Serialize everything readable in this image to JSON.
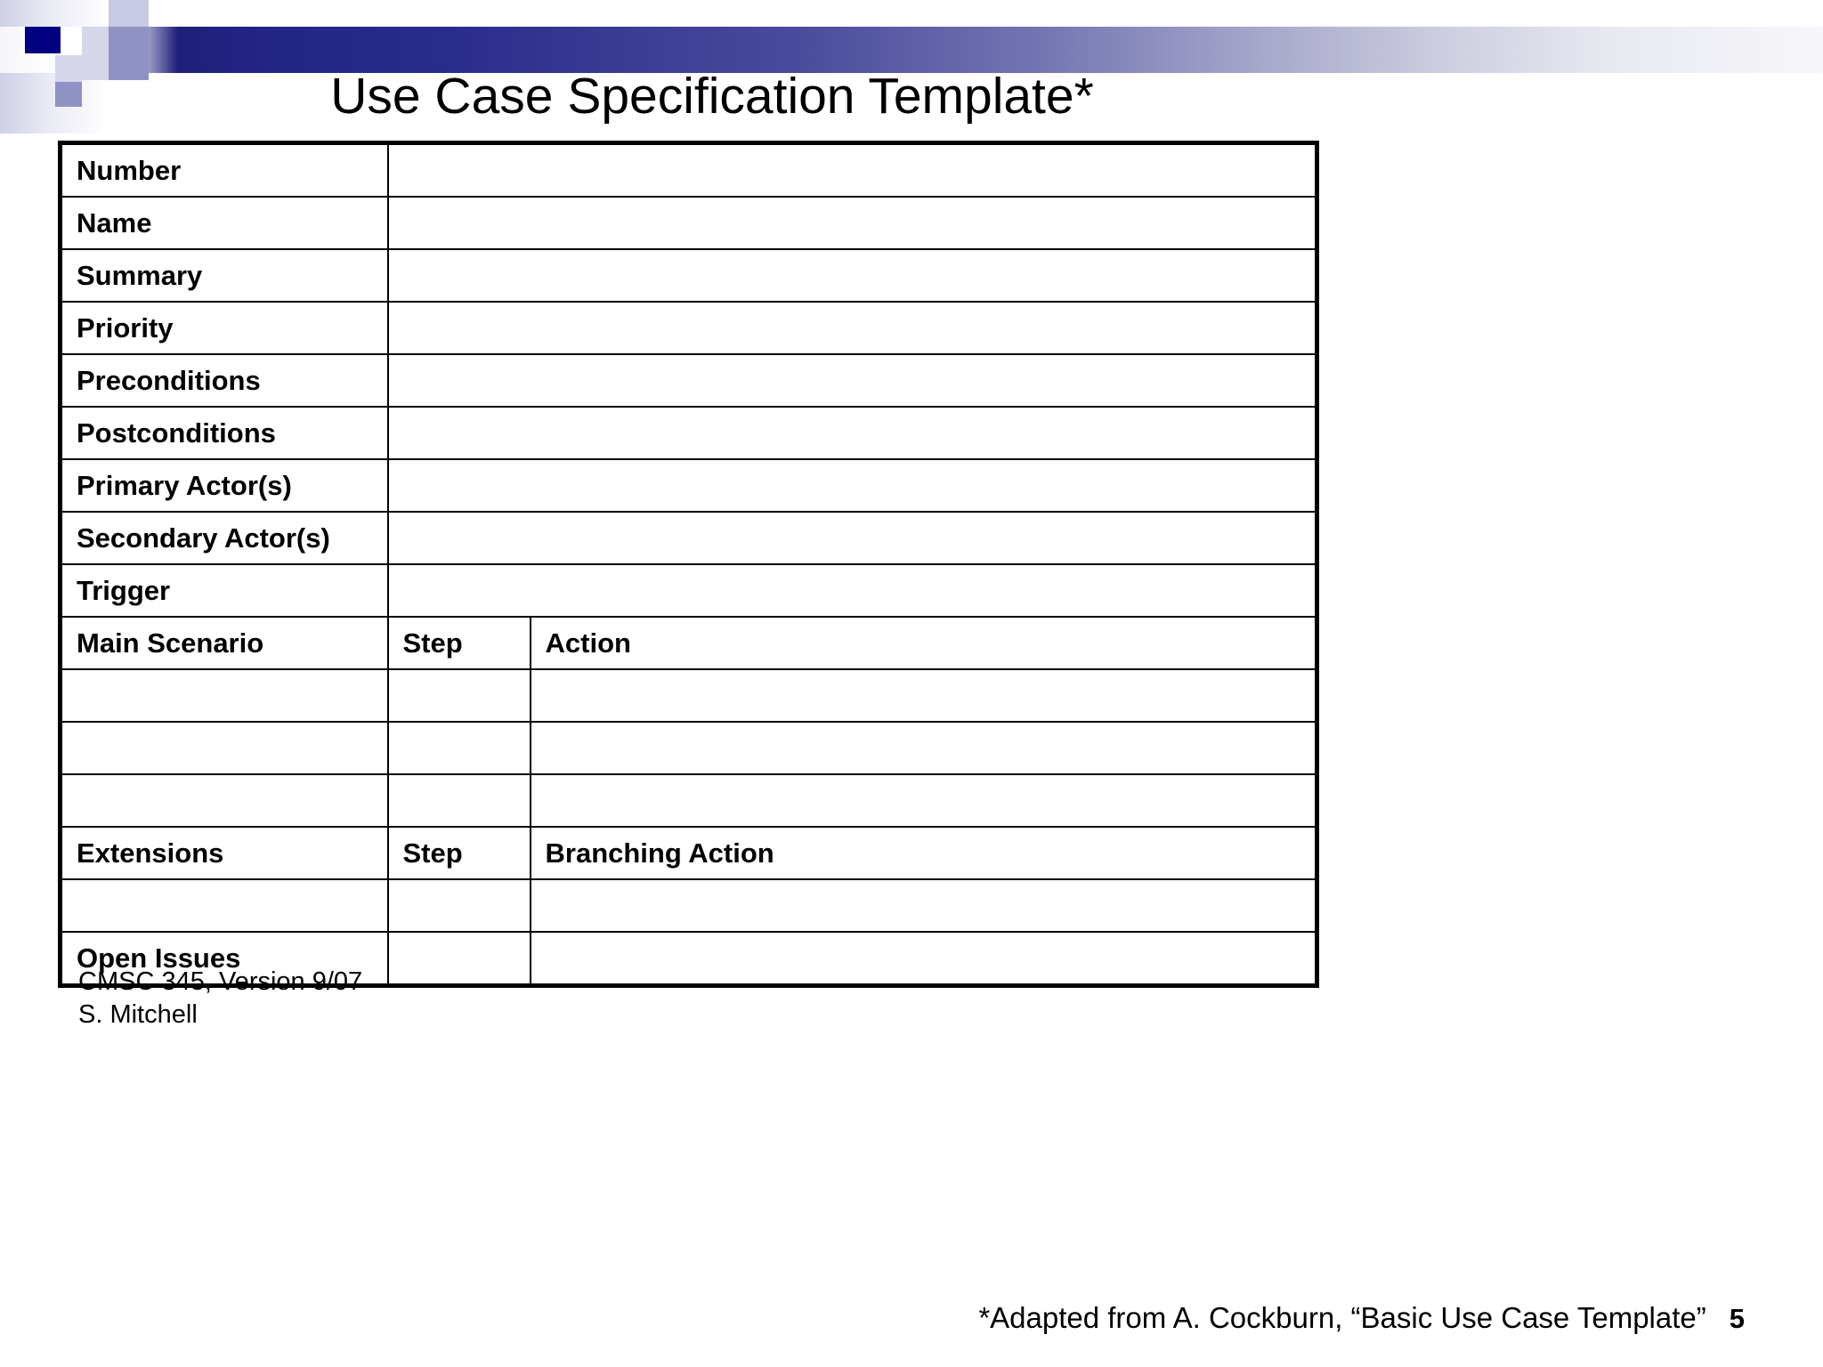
{
  "slide": {
    "title": "Use Case Specification Template*",
    "page_number": "5"
  },
  "table": {
    "columns": {
      "label": "",
      "step": "Step",
      "action": "Action",
      "branching_action": "Branching Action"
    },
    "rows": [
      {
        "label": "Number",
        "type": "single",
        "value": ""
      },
      {
        "label": "Name",
        "type": "single",
        "value": ""
      },
      {
        "label": "Summary",
        "type": "single",
        "value": ""
      },
      {
        "label": "Priority",
        "type": "single",
        "value": ""
      },
      {
        "label": "Preconditions",
        "type": "single",
        "value": ""
      },
      {
        "label": "Postconditions",
        "type": "single",
        "value": ""
      },
      {
        "label": "Primary Actor(s)",
        "type": "single",
        "value": ""
      },
      {
        "label": "Secondary Actor(s)",
        "type": "single",
        "value": ""
      },
      {
        "label": "Trigger",
        "type": "single",
        "value": ""
      },
      {
        "label": "Main Scenario",
        "type": "header",
        "step": "Step",
        "action": "Action"
      },
      {
        "label": "",
        "type": "split",
        "step": "",
        "action": ""
      },
      {
        "label": "",
        "type": "split",
        "step": "",
        "action": ""
      },
      {
        "label": "",
        "type": "split",
        "step": "",
        "action": ""
      },
      {
        "label": "Extensions",
        "type": "header",
        "step": "Step",
        "action": "Branching Action"
      },
      {
        "label": "",
        "type": "split",
        "step": "",
        "action": ""
      },
      {
        "label": "Open Issues",
        "type": "header",
        "step": "",
        "action": ""
      }
    ]
  },
  "footer": {
    "course_line": "CMSC 345, Version 9/07",
    "author_line": "S. Mitchell",
    "attribution": "*Adapted from A. Cockburn, “Basic Use Case Template”"
  },
  "colors": {
    "banner_dark": "#1e1f7a",
    "banner_navy_square": "#000080",
    "banner_mid_square": "#9092c4",
    "banner_light_square": "#c8c9e2",
    "text": "#000000",
    "background": "#ffffff",
    "table_border": "#000000"
  }
}
